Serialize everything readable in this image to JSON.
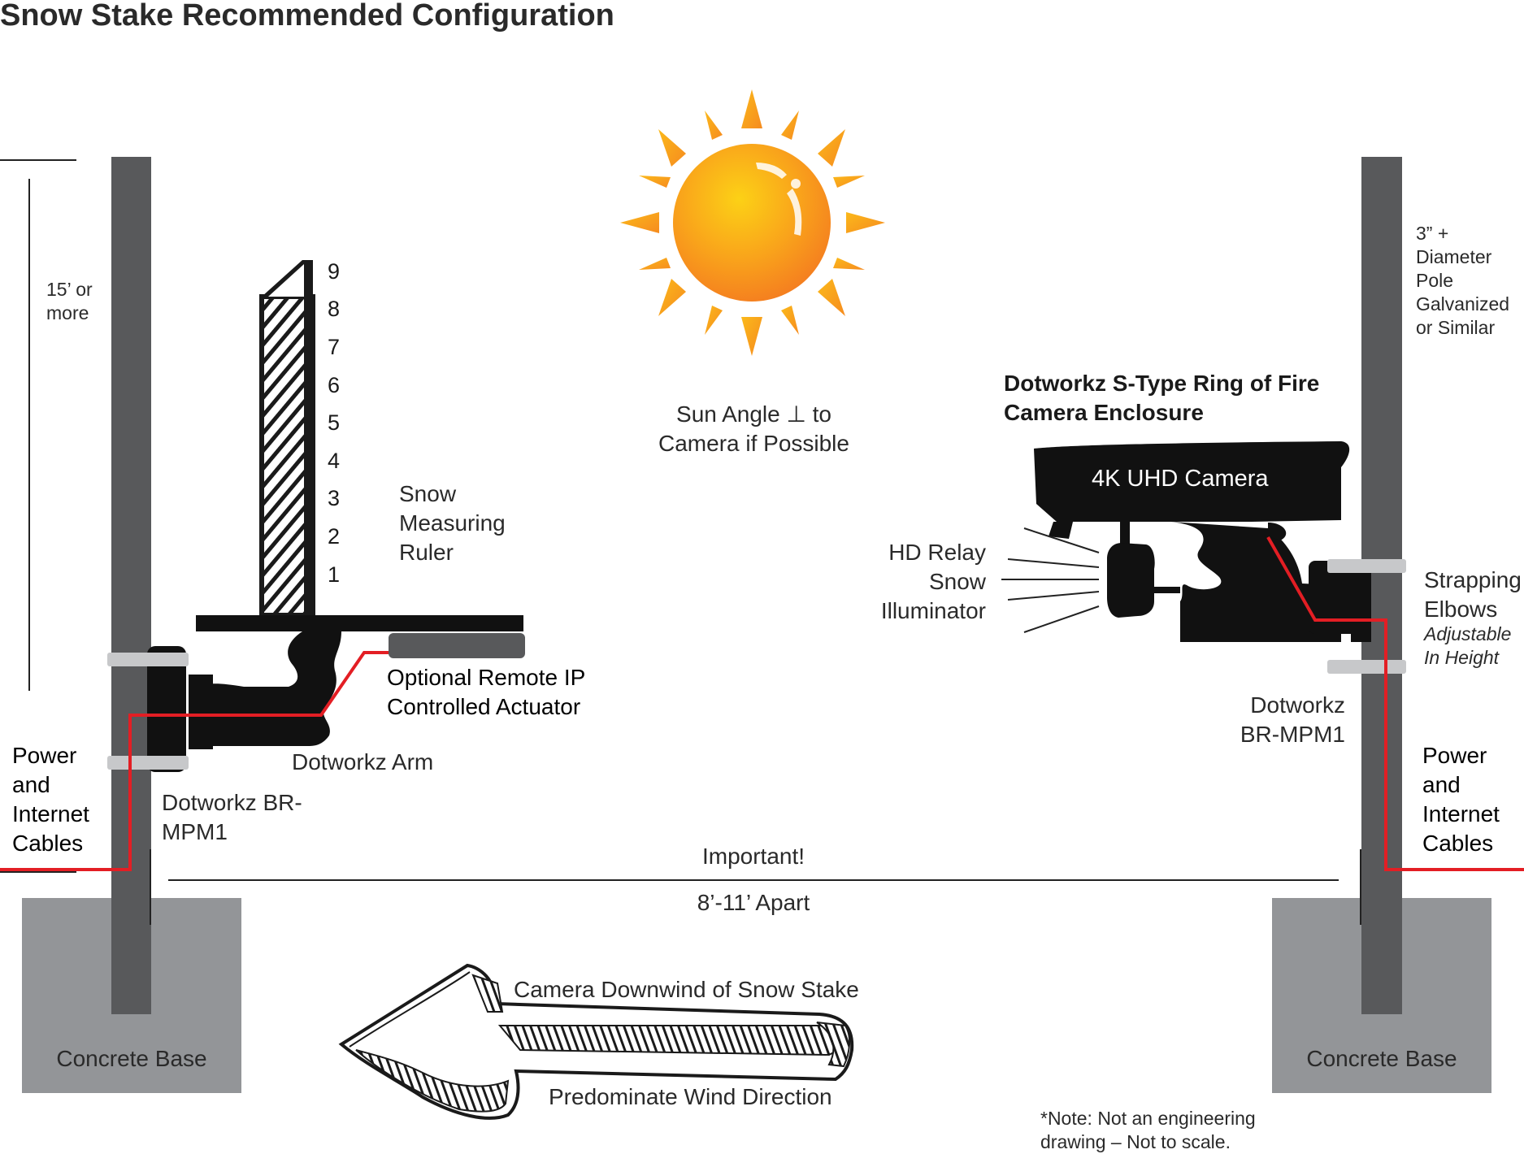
{
  "title": "Snow Stake Recommended Configuration",
  "left_pole": {
    "height_label": "15’ or more",
    "mount_label": "Dotworkz BR-MPM1",
    "cable_label": "Power and Internet Cables",
    "base_label": "Concrete Base"
  },
  "ruler": {
    "label": "Snow Measuring Ruler",
    "numbers": [
      "9",
      "8",
      "7",
      "6",
      "5",
      "4",
      "3",
      "2",
      "1"
    ]
  },
  "arm_label": "Dotworkz Arm",
  "actuator_label": "Optional Remote IP Controlled Actuator",
  "sun_label": "Sun Angle ⊥ to Camera if Possible",
  "enclosure_label": "Dotworkz S-Type Ring of Fire Camera Enclosure",
  "camera_label": "4K UHD Camera",
  "illuminator_label": "HD Relay Snow Illuminator",
  "right_pole": {
    "pole_spec_label": "3” + Diameter Pole Galvanized or Similar",
    "strapping_label": "Strapping Elbows",
    "adjustable_label": "Adjustable In Height",
    "mount_label": "Dotworkz BR-MPM1",
    "cable_label": "Power and Internet Cables",
    "base_label": "Concrete Base"
  },
  "distance": {
    "important_label": "Important!",
    "apart_label": "8’-11’ Apart"
  },
  "wind": {
    "top_label": "Camera Downwind of Snow Stake",
    "bottom_label": "Predominate Wind Direction"
  },
  "note": "*Note: Not an engineering drawing – Not to scale.",
  "colors": {
    "pole": "#58595b",
    "base": "#939598",
    "cable": "#e31e24",
    "strap": "#c7c8ca",
    "sun_inner": "#fcd116",
    "sun_outer": "#f47b20"
  }
}
